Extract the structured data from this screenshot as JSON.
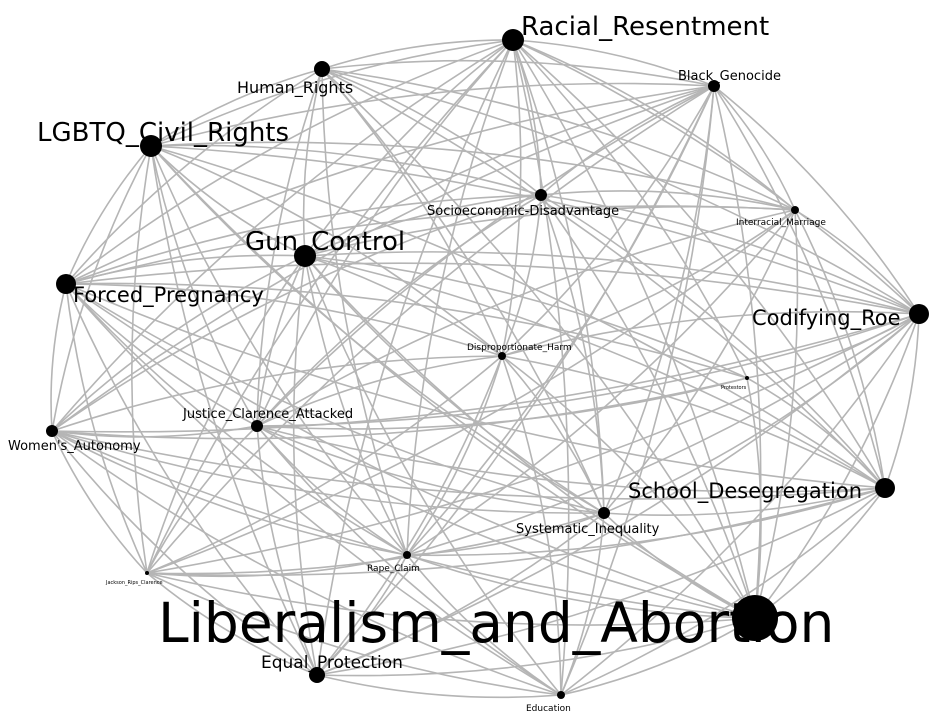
{
  "network": {
    "nodes": [
      {
        "id": "racial_resentment",
        "label": "Racial_Resentment",
        "weight": 0.55
      },
      {
        "id": "human_rights",
        "label": "Human_Rights",
        "weight": 0.38
      },
      {
        "id": "black_genocide",
        "label": "Black_Genocide",
        "weight": 0.28
      },
      {
        "id": "lgbtq_civil_rights",
        "label": "LGBTQ_Civil_Rights",
        "weight": 0.58
      },
      {
        "id": "socioeconomic_disadvantage",
        "label": "Socioeconomic-Disadvantage",
        "weight": 0.3
      },
      {
        "id": "interracial_marriage",
        "label": "Interracial_Marriage",
        "weight": 0.2
      },
      {
        "id": "gun_control",
        "label": "Gun_Control",
        "weight": 0.55
      },
      {
        "id": "forced_pregnancy",
        "label": "Forced_Pregnancy",
        "weight": 0.45
      },
      {
        "id": "codifying_roe",
        "label": "Codifying_Roe",
        "weight": 0.48
      },
      {
        "id": "disproportionate_harm",
        "label": "Disproportionate_Harm",
        "weight": 0.2
      },
      {
        "id": "protestors",
        "label": "Protestors",
        "weight": 0.12
      },
      {
        "id": "justice_clarence_attacked",
        "label": "Justice_Clarence_Attacked",
        "weight": 0.3
      },
      {
        "id": "womens_autonomy",
        "label": "Women's_Autonomy",
        "weight": 0.3
      },
      {
        "id": "school_desegregation",
        "label": "School_Desegregation",
        "weight": 0.45
      },
      {
        "id": "systematic_inequality",
        "label": "Systematic_Inequality",
        "weight": 0.3
      },
      {
        "id": "rape_claim",
        "label": "Rape_Claim",
        "weight": 0.2
      },
      {
        "id": "jackson_rips_clarence",
        "label": "Jackson_Rips_Clarence",
        "weight": 0.12
      },
      {
        "id": "liberalism_and_abortion",
        "label": "Liberalism_and_Abortion",
        "weight": 1.0
      },
      {
        "id": "equal_protection",
        "label": "Equal_Protection",
        "weight": 0.38
      },
      {
        "id": "education",
        "label": "Education",
        "weight": 0.2
      }
    ],
    "edges": [
      [
        "racial_resentment",
        "human_rights"
      ],
      [
        "racial_resentment",
        "black_genocide"
      ],
      [
        "racial_resentment",
        "lgbtq_civil_rights"
      ],
      [
        "racial_resentment",
        "socioeconomic_disadvantage"
      ],
      [
        "racial_resentment",
        "interracial_marriage"
      ],
      [
        "racial_resentment",
        "gun_control"
      ],
      [
        "racial_resentment",
        "forced_pregnancy"
      ],
      [
        "racial_resentment",
        "codifying_roe"
      ],
      [
        "racial_resentment",
        "disproportionate_harm"
      ],
      [
        "racial_resentment",
        "protestors"
      ],
      [
        "racial_resentment",
        "justice_clarence_attacked"
      ],
      [
        "racial_resentment",
        "womens_autonomy"
      ],
      [
        "racial_resentment",
        "school_desegregation"
      ],
      [
        "racial_resentment",
        "systematic_inequality"
      ],
      [
        "racial_resentment",
        "rape_claim"
      ],
      [
        "racial_resentment",
        "jackson_rips_clarence"
      ],
      [
        "racial_resentment",
        "liberalism_and_abortion"
      ],
      [
        "racial_resentment",
        "equal_protection"
      ],
      [
        "racial_resentment",
        "education"
      ],
      [
        "human_rights",
        "black_genocide"
      ],
      [
        "human_rights",
        "lgbtq_civil_rights"
      ],
      [
        "human_rights",
        "socioeconomic_disadvantage"
      ],
      [
        "human_rights",
        "gun_control"
      ],
      [
        "human_rights",
        "forced_pregnancy"
      ],
      [
        "human_rights",
        "codifying_roe"
      ],
      [
        "human_rights",
        "disproportionate_harm"
      ],
      [
        "human_rights",
        "justice_clarence_attacked"
      ],
      [
        "human_rights",
        "school_desegregation"
      ],
      [
        "human_rights",
        "systematic_inequality"
      ],
      [
        "human_rights",
        "rape_claim"
      ],
      [
        "human_rights",
        "liberalism_and_abortion"
      ],
      [
        "human_rights",
        "interracial_marriage"
      ],
      [
        "black_genocide",
        "lgbtq_civil_rights"
      ],
      [
        "black_genocide",
        "socioeconomic_disadvantage"
      ],
      [
        "black_genocide",
        "interracial_marriage"
      ],
      [
        "black_genocide",
        "gun_control"
      ],
      [
        "black_genocide",
        "forced_pregnancy"
      ],
      [
        "black_genocide",
        "codifying_roe"
      ],
      [
        "black_genocide",
        "disproportionate_harm"
      ],
      [
        "black_genocide",
        "justice_clarence_attacked"
      ],
      [
        "black_genocide",
        "womens_autonomy"
      ],
      [
        "black_genocide",
        "school_desegregation"
      ],
      [
        "black_genocide",
        "systematic_inequality"
      ],
      [
        "black_genocide",
        "rape_claim"
      ],
      [
        "black_genocide",
        "jackson_rips_clarence"
      ],
      [
        "black_genocide",
        "liberalism_and_abortion"
      ],
      [
        "black_genocide",
        "equal_protection"
      ],
      [
        "black_genocide",
        "education"
      ],
      [
        "lgbtq_civil_rights",
        "socioeconomic_disadvantage"
      ],
      [
        "lgbtq_civil_rights",
        "gun_control"
      ],
      [
        "lgbtq_civil_rights",
        "forced_pregnancy"
      ],
      [
        "lgbtq_civil_rights",
        "codifying_roe"
      ],
      [
        "lgbtq_civil_rights",
        "disproportionate_harm"
      ],
      [
        "lgbtq_civil_rights",
        "justice_clarence_attacked"
      ],
      [
        "lgbtq_civil_rights",
        "womens_autonomy"
      ],
      [
        "lgbtq_civil_rights",
        "school_desegregation"
      ],
      [
        "lgbtq_civil_rights",
        "systematic_inequality"
      ],
      [
        "lgbtq_civil_rights",
        "rape_claim"
      ],
      [
        "lgbtq_civil_rights",
        "jackson_rips_clarence"
      ],
      [
        "lgbtq_civil_rights",
        "liberalism_and_abortion"
      ],
      [
        "lgbtq_civil_rights",
        "equal_protection"
      ],
      [
        "lgbtq_civil_rights",
        "interracial_marriage"
      ],
      [
        "socioeconomic_disadvantage",
        "interracial_marriage"
      ],
      [
        "socioeconomic_disadvantage",
        "gun_control"
      ],
      [
        "socioeconomic_disadvantage",
        "forced_pregnancy"
      ],
      [
        "socioeconomic_disadvantage",
        "codifying_roe"
      ],
      [
        "socioeconomic_disadvantage",
        "disproportionate_harm"
      ],
      [
        "socioeconomic_disadvantage",
        "justice_clarence_attacked"
      ],
      [
        "socioeconomic_disadvantage",
        "school_desegregation"
      ],
      [
        "socioeconomic_disadvantage",
        "systematic_inequality"
      ],
      [
        "socioeconomic_disadvantage",
        "liberalism_and_abortion"
      ],
      [
        "socioeconomic_disadvantage",
        "womens_autonomy"
      ],
      [
        "interracial_marriage",
        "gun_control"
      ],
      [
        "interracial_marriage",
        "forced_pregnancy"
      ],
      [
        "interracial_marriage",
        "codifying_roe"
      ],
      [
        "interracial_marriage",
        "disproportionate_harm"
      ],
      [
        "interracial_marriage",
        "justice_clarence_attacked"
      ],
      [
        "interracial_marriage",
        "school_desegregation"
      ],
      [
        "interracial_marriage",
        "systematic_inequality"
      ],
      [
        "interracial_marriage",
        "liberalism_and_abortion"
      ],
      [
        "interracial_marriage",
        "jackson_rips_clarence"
      ],
      [
        "interracial_marriage",
        "rape_claim"
      ],
      [
        "gun_control",
        "forced_pregnancy"
      ],
      [
        "gun_control",
        "codifying_roe"
      ],
      [
        "gun_control",
        "disproportionate_harm"
      ],
      [
        "gun_control",
        "protestors"
      ],
      [
        "gun_control",
        "justice_clarence_attacked"
      ],
      [
        "gun_control",
        "womens_autonomy"
      ],
      [
        "gun_control",
        "school_desegregation"
      ],
      [
        "gun_control",
        "systematic_inequality"
      ],
      [
        "gun_control",
        "rape_claim"
      ],
      [
        "gun_control",
        "jackson_rips_clarence"
      ],
      [
        "gun_control",
        "liberalism_and_abortion"
      ],
      [
        "gun_control",
        "equal_protection"
      ],
      [
        "gun_control",
        "education"
      ],
      [
        "forced_pregnancy",
        "codifying_roe"
      ],
      [
        "forced_pregnancy",
        "disproportionate_harm"
      ],
      [
        "forced_pregnancy",
        "protestors"
      ],
      [
        "forced_pregnancy",
        "justice_clarence_attacked"
      ],
      [
        "forced_pregnancy",
        "womens_autonomy"
      ],
      [
        "forced_pregnancy",
        "school_desegregation"
      ],
      [
        "forced_pregnancy",
        "systematic_inequality"
      ],
      [
        "forced_pregnancy",
        "rape_claim"
      ],
      [
        "forced_pregnancy",
        "jackson_rips_clarence"
      ],
      [
        "forced_pregnancy",
        "liberalism_and_abortion"
      ],
      [
        "forced_pregnancy",
        "equal_protection"
      ],
      [
        "forced_pregnancy",
        "education"
      ],
      [
        "codifying_roe",
        "disproportionate_harm"
      ],
      [
        "codifying_roe",
        "protestors"
      ],
      [
        "codifying_roe",
        "justice_clarence_attacked"
      ],
      [
        "codifying_roe",
        "womens_autonomy"
      ],
      [
        "codifying_roe",
        "school_desegregation"
      ],
      [
        "codifying_roe",
        "systematic_inequality"
      ],
      [
        "codifying_roe",
        "rape_claim"
      ],
      [
        "codifying_roe",
        "jackson_rips_clarence"
      ],
      [
        "codifying_roe",
        "liberalism_and_abortion"
      ],
      [
        "codifying_roe",
        "equal_protection"
      ],
      [
        "codifying_roe",
        "education"
      ],
      [
        "disproportionate_harm",
        "justice_clarence_attacked"
      ],
      [
        "disproportionate_harm",
        "womens_autonomy"
      ],
      [
        "disproportionate_harm",
        "school_desegregation"
      ],
      [
        "disproportionate_harm",
        "systematic_inequality"
      ],
      [
        "disproportionate_harm",
        "rape_claim"
      ],
      [
        "disproportionate_harm",
        "jackson_rips_clarence"
      ],
      [
        "disproportionate_harm",
        "liberalism_and_abortion"
      ],
      [
        "disproportionate_harm",
        "equal_protection"
      ],
      [
        "disproportionate_harm",
        "education"
      ],
      [
        "protestors",
        "justice_clarence_attacked"
      ],
      [
        "protestors",
        "womens_autonomy"
      ],
      [
        "protestors",
        "liberalism_and_abortion"
      ],
      [
        "protestors",
        "school_desegregation"
      ],
      [
        "justice_clarence_attacked",
        "womens_autonomy"
      ],
      [
        "justice_clarence_attacked",
        "school_desegregation"
      ],
      [
        "justice_clarence_attacked",
        "systematic_inequality"
      ],
      [
        "justice_clarence_attacked",
        "rape_claim"
      ],
      [
        "justice_clarence_attacked",
        "jackson_rips_clarence"
      ],
      [
        "justice_clarence_attacked",
        "liberalism_and_abortion"
      ],
      [
        "justice_clarence_attacked",
        "equal_protection"
      ],
      [
        "justice_clarence_attacked",
        "education"
      ],
      [
        "womens_autonomy",
        "school_desegregation"
      ],
      [
        "womens_autonomy",
        "systematic_inequality"
      ],
      [
        "womens_autonomy",
        "rape_claim"
      ],
      [
        "womens_autonomy",
        "jackson_rips_clarence"
      ],
      [
        "womens_autonomy",
        "liberalism_and_abortion"
      ],
      [
        "womens_autonomy",
        "equal_protection"
      ],
      [
        "womens_autonomy",
        "education"
      ],
      [
        "school_desegregation",
        "systematic_inequality"
      ],
      [
        "school_desegregation",
        "rape_claim"
      ],
      [
        "school_desegregation",
        "jackson_rips_clarence"
      ],
      [
        "school_desegregation",
        "liberalism_and_abortion"
      ],
      [
        "school_desegregation",
        "equal_protection"
      ],
      [
        "school_desegregation",
        "education"
      ],
      [
        "systematic_inequality",
        "rape_claim"
      ],
      [
        "systematic_inequality",
        "jackson_rips_clarence"
      ],
      [
        "systematic_inequality",
        "liberalism_and_abortion"
      ],
      [
        "systematic_inequality",
        "equal_protection"
      ],
      [
        "systematic_inequality",
        "education"
      ],
      [
        "rape_claim",
        "jackson_rips_clarence"
      ],
      [
        "rape_claim",
        "liberalism_and_abortion"
      ],
      [
        "rape_claim",
        "equal_protection"
      ],
      [
        "rape_claim",
        "education"
      ],
      [
        "jackson_rips_clarence",
        "liberalism_and_abortion"
      ],
      [
        "jackson_rips_clarence",
        "equal_protection"
      ],
      [
        "jackson_rips_clarence",
        "education"
      ],
      [
        "liberalism_and_abortion",
        "equal_protection"
      ],
      [
        "liberalism_and_abortion",
        "education"
      ],
      [
        "equal_protection",
        "education"
      ]
    ]
  }
}
